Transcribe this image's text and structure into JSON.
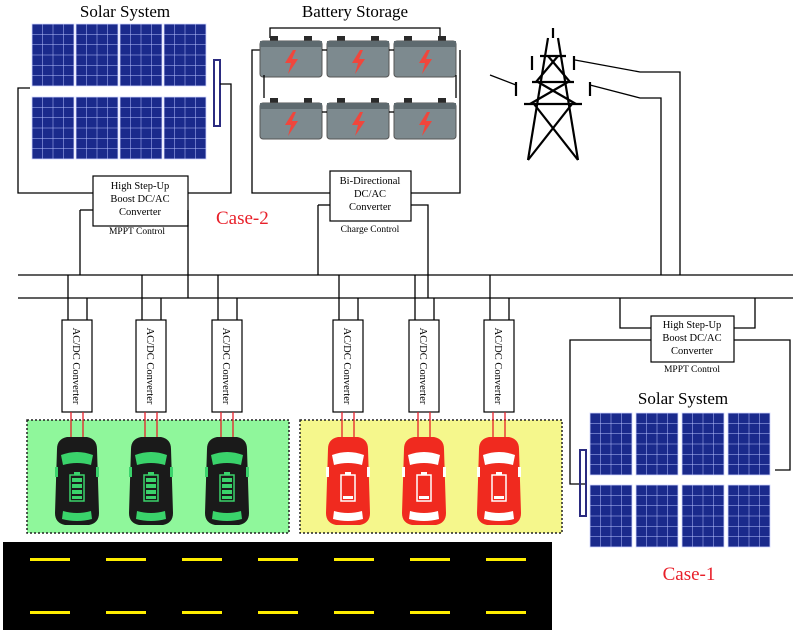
{
  "titles": {
    "solar_top": "Solar System",
    "battery": "Battery Storage",
    "solar_right": "Solar System"
  },
  "converters": {
    "top_solar": [
      "High Step-Up",
      "Boost DC/AC",
      "Converter"
    ],
    "top_solar_control": "MPPT Control",
    "bidirectional": [
      "Bi-Directional",
      "DC/AC",
      "Converter"
    ],
    "bidirectional_control": "Charge Control",
    "right_solar": [
      "High Step-Up",
      "Boost DC/AC",
      "Converter"
    ],
    "right_solar_control": "MPPT Control",
    "acdc_label": "AC/DC Converter"
  },
  "cases": {
    "case2": "Case-2",
    "case1": "Case-1"
  },
  "colors": {
    "green_zone": "#8ff79b",
    "yellow_zone": "#f5f78c",
    "case_red": "#e8202a",
    "car_green_body": "#1a1a1a",
    "car_green_accent": "#3ad36b",
    "car_red_body": "#f02a1f",
    "panel_blue": "#1a237e",
    "battery_gray": "#7d8a8f",
    "bolt_red": "#f0463c",
    "road": "#000000",
    "lane": "#ffee00"
  },
  "icons": {
    "tower": "transmission-tower-icon",
    "car": "electric-car-icon",
    "battery": "battery-icon",
    "panel": "solar-panel-icon"
  }
}
